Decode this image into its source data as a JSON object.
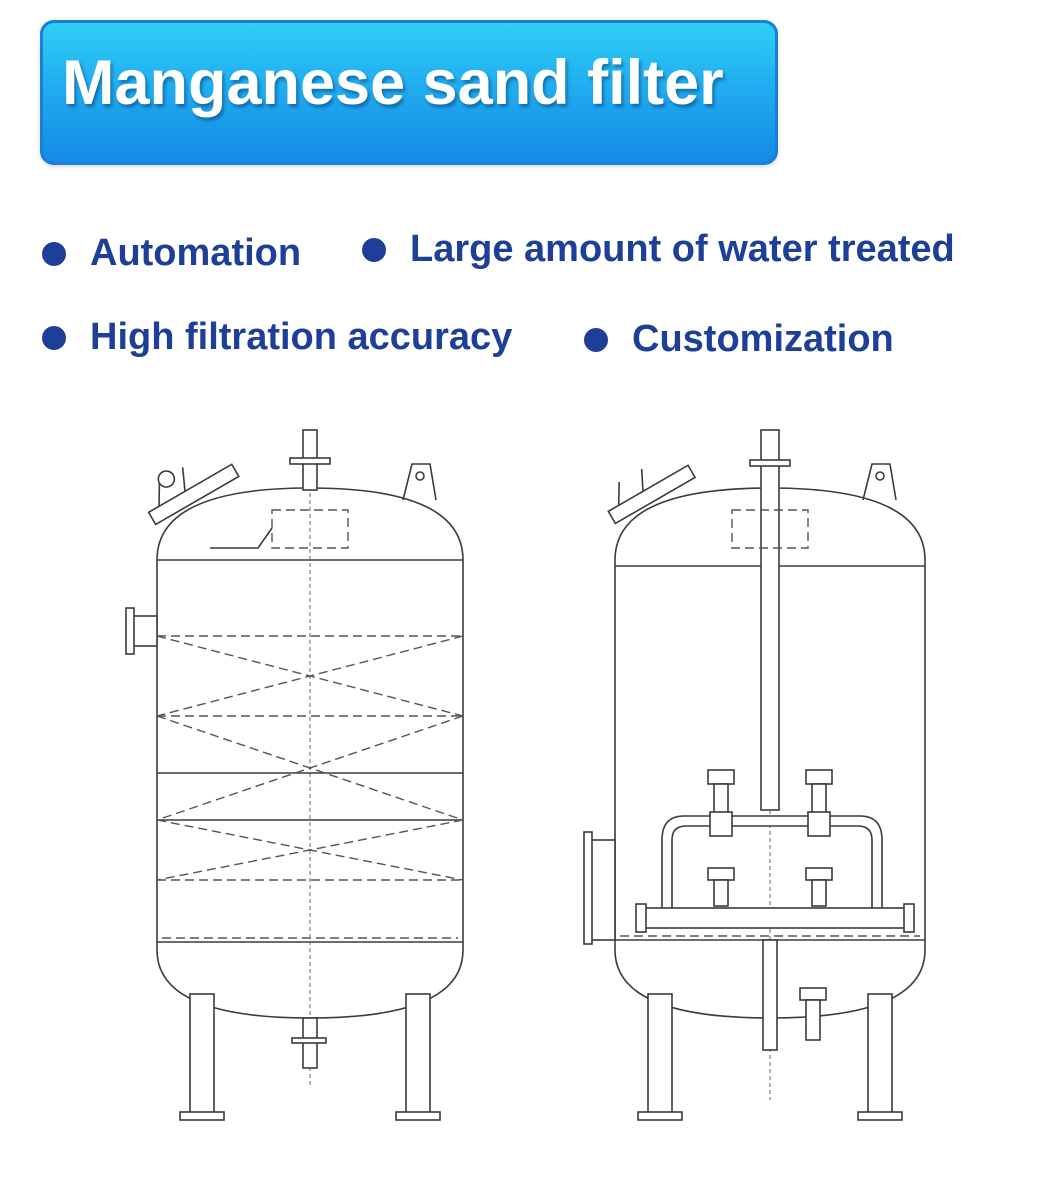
{
  "banner": {
    "title": "Manganese sand filter"
  },
  "features": [
    "Automation",
    "Large amount of water treated",
    "High filtration accuracy",
    "Customization"
  ],
  "colors": {
    "banner_top": "#2fd0f6",
    "banner_bottom": "#1489e4",
    "feature_text": "#1d3f97"
  }
}
